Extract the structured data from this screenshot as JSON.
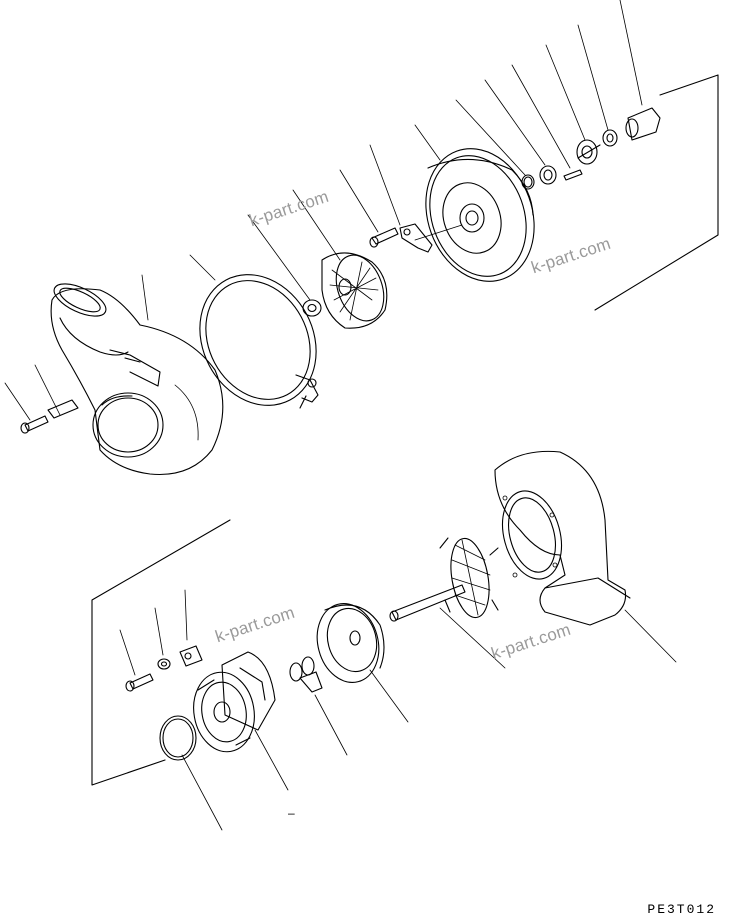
{
  "watermarks": [
    "k-part.com",
    "k-part.com",
    "k-part.com",
    "k-part.com"
  ],
  "figure_code": "PE3T012",
  "small_mark": "–",
  "colors": {
    "line": "#000000",
    "watermark": "#9a9a9a",
    "background": "#ffffff"
  }
}
